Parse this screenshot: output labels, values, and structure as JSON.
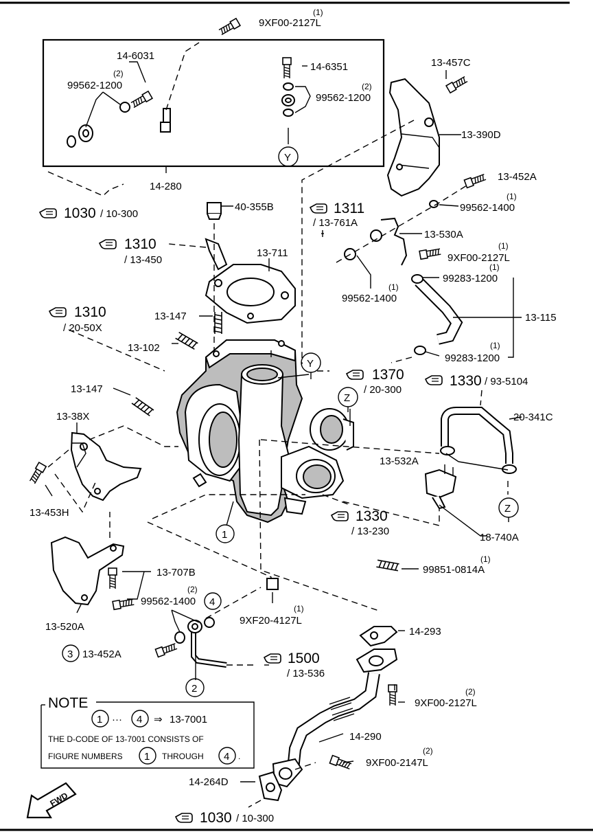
{
  "labels": {
    "p_9xf00_2127l_top": "9XF00-2127L",
    "p_9xf00_2127l_top_q": "(1)",
    "p_14_6031": "14-6031",
    "p_99562_1200_a": "99562-1200",
    "p_99562_1200_a_q": "(2)",
    "p_14_6351": "14-6351",
    "p_99562_1200_b": "99562-1200",
    "p_99562_1200_b_q": "(2)",
    "p_13_457c": "13-457C",
    "p_13_390d": "13-390D",
    "p_14_280": "14-280",
    "p_13_452a_top": "13-452A",
    "p_99562_1400_a": "99562-1400",
    "p_99562_1400_a_q": "(1)",
    "p_40_355b": "40-355B",
    "p_13_530a": "13-530A",
    "p_9xf00_2127l_mid": "9XF00-2127L",
    "p_9xf00_2127l_mid_q": "(1)",
    "p_13_711": "13-711",
    "p_99283_1200_a": "99283-1200",
    "p_99283_1200_a_q": "(1)",
    "p_99562_1400_b": "99562-1400",
    "p_99562_1400_b_q": "(1)",
    "p_13_147_a": "13-147",
    "p_13_115": "13-115",
    "p_13_102": "13-102",
    "p_99283_1200_b": "99283-1200",
    "p_99283_1200_b_q": "(1)",
    "p_13_147_b": "13-147",
    "p_20_341c": "20-341C",
    "p_13_38x": "13-38X",
    "p_13_532a": "13-532A",
    "p_13_453h": "13-453H",
    "p_18_740a": "18-740A",
    "p_99851_0814a": "99851-0814A",
    "p_99851_0814a_q": "(1)",
    "p_13_707b": "13-707B",
    "p_99562_1400_c": "99562-1400",
    "p_99562_1400_c_q": "(2)",
    "p_9xf20_4127l": "9XF20-4127L",
    "p_9xf20_4127l_q": "(1)",
    "p_13_520a": "13-520A",
    "p_14_293": "14-293",
    "p_13_452a_bot": "13-452A",
    "p_9xf00_2127l_bot": "9XF00-2127L",
    "p_9xf00_2127l_bot_q": "(2)",
    "p_14_290": "14-290",
    "p_9xf00_2147l": "9XF00-2147L",
    "p_9xf00_2147l_q": "(2)",
    "p_14_264d": "14-264D"
  },
  "refs": {
    "r1_num": "1030",
    "r1_sub": "/ 10-300",
    "r2_num": "1311",
    "r2_sub": "/ 13-761A",
    "r3_num": "1310",
    "r3_sub": "/ 13-450",
    "r4_num": "1310",
    "r4_sub": "/ 20-50X",
    "r5_num": "1370",
    "r5_sub": "/ 20-300",
    "r6_num": "1330",
    "r6_sub": "/ 93-5104",
    "r7_num": "1330",
    "r7_sub": "/ 13-230",
    "r8_num": "1500",
    "r8_sub": "/ 13-536",
    "r9_num": "1030",
    "r9_sub": "/ 10-300"
  },
  "markers": {
    "y": "Y",
    "z": "Z",
    "n1": "1",
    "n2": "2",
    "n3": "3",
    "n4": "4"
  },
  "note": {
    "title": "NOTE",
    "range_sep": "···",
    "arrow": "⇒",
    "dcode": "13-7001",
    "line2": "THE D-CODE OF  13-7001  CONSISTS OF",
    "line3a": "FIGURE NUMBERS",
    "line3b": "THROUGH",
    "line3c": "."
  },
  "fwd": "FWD"
}
